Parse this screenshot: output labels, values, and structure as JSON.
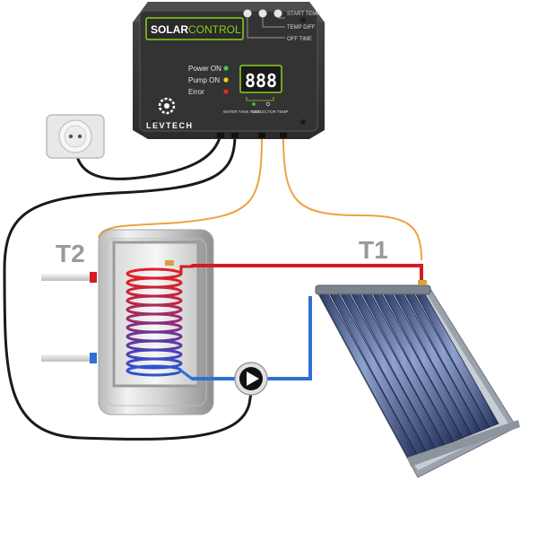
{
  "controller": {
    "brand_solar": "SOLAR",
    "brand_control": "CONTROL",
    "buttons": [
      "START TEMP",
      "TEMP DIFF",
      "OFF TIME"
    ],
    "indicators": [
      {
        "label": "Power ON",
        "color": "#3ecf4a"
      },
      {
        "label": "Pump ON",
        "color": "#e8d21d"
      },
      {
        "label": "Error",
        "color": "#e02a2a"
      }
    ],
    "display_value": "888",
    "sensor_water_tank": "WATER TANK TEMP",
    "sensor_collector": "COLLECTOR TEMP",
    "logo_text": "LEVTECH"
  },
  "labels": {
    "t2": "T2",
    "t1": "T1"
  },
  "colors": {
    "hot_pipe": "#d71920",
    "cold_pipe": "#2f6fd6",
    "sensor_wire": "#f0a040",
    "power_cable": "#1a1a1a",
    "display_green": "#8ccf1a",
    "brand_green": "#8ccf1a"
  }
}
